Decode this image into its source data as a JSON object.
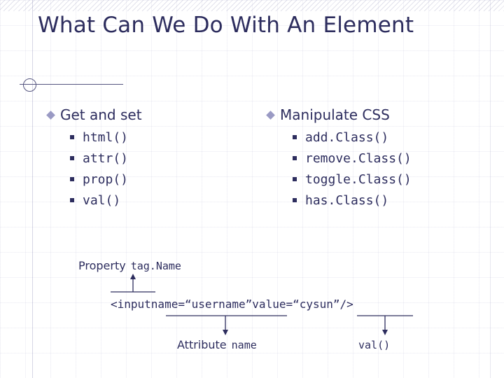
{
  "slide": {
    "title": "What Can We Do With An Element",
    "columns": [
      {
        "heading": "Get and set",
        "items": [
          "html()",
          "attr()",
          "prop()",
          "val()"
        ]
      },
      {
        "heading": "Manipulate CSS",
        "items": [
          "add.Class()",
          "remove.Class()",
          "toggle.Class()",
          "has.Class()"
        ]
      }
    ],
    "diagram": {
      "property_label": "Property",
      "property_value": "tag.Name",
      "code_parts": {
        "tag_open": "<input",
        "attr_name": " name=“username”",
        "attr_value": " value=“cysun”",
        "tag_close": " />"
      },
      "attribute_label": "Attribute",
      "attribute_value": "name",
      "value_fn": "val()"
    }
  },
  "colors": {
    "text": "#2d2d5e",
    "bullet": "#9a9ac4",
    "rule": "#55557f",
    "grid": "rgba(120,120,170,0.085)"
  }
}
